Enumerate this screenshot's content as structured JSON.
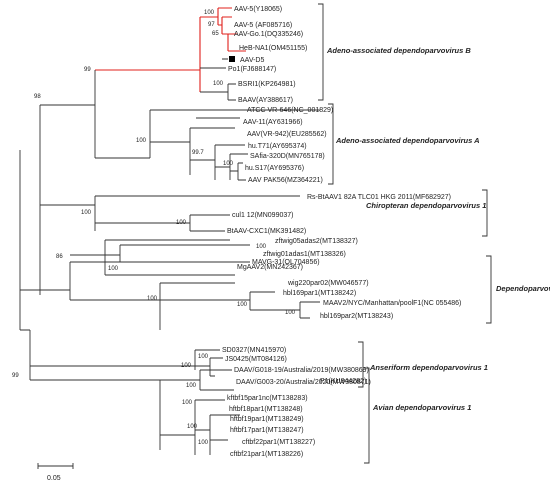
{
  "leaves": [
    {
      "id": "aav5y",
      "label": "AAV-5(Y18065)"
    },
    {
      "id": "aav5af",
      "label": "AAV-5 (AF085716)"
    },
    {
      "id": "aavgo",
      "label": "AAV-Go.1(DQ335246)"
    },
    {
      "id": "hebna1",
      "label": "HeB-NA1(OM451155)"
    },
    {
      "id": "aavd5",
      "label": "AAV-D5",
      "marker": "black-square"
    },
    {
      "id": "po1",
      "label": "Po1(FJ688147)"
    },
    {
      "id": "bsri1",
      "label": "BSRI1(KP264981)"
    },
    {
      "id": "baav",
      "label": "BAAV(AY388617)"
    },
    {
      "id": "atcc",
      "label": "ATCC VR-646(NC_001829)"
    },
    {
      "id": "aav11",
      "label": "AAV-11(AY631966)"
    },
    {
      "id": "aavvr942",
      "label": "AAV(VR-942)(EU285562)"
    },
    {
      "id": "hut71",
      "label": "hu.T71(AY695374)"
    },
    {
      "id": "safia",
      "label": "SAfia-320D(MN765178)"
    },
    {
      "id": "hus17",
      "label": "hu.S17(AY695376)"
    },
    {
      "id": "aavpak",
      "label": "AAV PAK56(MZ364221)"
    },
    {
      "id": "rsbt",
      "label": "Rs-BtAAV1 82A TLC01 HKG 2011(MF682927)"
    },
    {
      "id": "cul1",
      "label": "cul1 12(MN099037)"
    },
    {
      "id": "btaav",
      "label": "BtAAV-CXC1(MK391482)"
    },
    {
      "id": "mavg",
      "label": "MAVG-31(OL704856)"
    },
    {
      "id": "zftwig05",
      "label": "zftwig05adas2(MT138327)"
    },
    {
      "id": "zftwig01",
      "label": "zftwig01adas1(MT138326)"
    },
    {
      "id": "mgaav2",
      "label": "MgAAV2(MN242367)"
    },
    {
      "id": "wig220",
      "label": "wig220par02(MW046577)"
    },
    {
      "id": "hbl169p1",
      "label": "hbl169par1(MT138242)"
    },
    {
      "id": "maav2",
      "label": "MAAV2/NYC/Manhattan/poolF1(NC 055486)"
    },
    {
      "id": "hbl169p2",
      "label": "hbl169par2(MT138243)"
    },
    {
      "id": "sd0327",
      "label": "SD0327(MN415970)"
    },
    {
      "id": "js0425",
      "label": "JS0425(MT084126)"
    },
    {
      "id": "p1",
      "label": "P1(KU844282)"
    },
    {
      "id": "daav2019",
      "label": "DAAV/G018-19/Australia/2019(MW380869)"
    },
    {
      "id": "daav2020",
      "label": "DAAV/G003-20/Australia/2020(MW380871)"
    },
    {
      "id": "kftbf15",
      "label": "kftbf15par1nc(MT138283)"
    },
    {
      "id": "hftbf18",
      "label": "hftbf18par1(MT138248)"
    },
    {
      "id": "hftbf19",
      "label": "hftbf19par1(MT138249)"
    },
    {
      "id": "hftbf17",
      "label": "hftbf17par1(MT138247)"
    },
    {
      "id": "cftbf22",
      "label": "cftbf22par1(MT138227)"
    },
    {
      "id": "cftbf21",
      "label": "cftbf21par1(MT138226)"
    }
  ],
  "bootstrap_values": [
    {
      "id": "b1",
      "value": "100"
    },
    {
      "id": "b2",
      "value": "97"
    },
    {
      "id": "b3",
      "value": "65"
    },
    {
      "id": "b4",
      "value": "100"
    },
    {
      "id": "b5",
      "value": "99"
    },
    {
      "id": "b6",
      "value": "98"
    },
    {
      "id": "b7",
      "value": "100"
    },
    {
      "id": "b8",
      "value": "99.7"
    },
    {
      "id": "b9",
      "value": "100"
    },
    {
      "id": "b10",
      "value": "100"
    },
    {
      "id": "b11",
      "value": "100"
    },
    {
      "id": "b12",
      "value": "100"
    },
    {
      "id": "b13",
      "value": "86"
    },
    {
      "id": "b14",
      "value": "100"
    },
    {
      "id": "b15",
      "value": "100"
    },
    {
      "id": "b16",
      "value": "100"
    },
    {
      "id": "b17",
      "value": "100"
    },
    {
      "id": "b18",
      "value": "100"
    },
    {
      "id": "b19",
      "value": "100"
    },
    {
      "id": "b20",
      "value": "100"
    },
    {
      "id": "b21",
      "value": "100"
    },
    {
      "id": "b22",
      "value": "100"
    },
    {
      "id": "b23",
      "value": "100"
    },
    {
      "id": "b24",
      "value": "99"
    }
  ],
  "clades": [
    {
      "id": "aavb",
      "label": "Adeno-associated dependoparvovirus B"
    },
    {
      "id": "aava",
      "label": "Adeno-associated dependoparvovirus A"
    },
    {
      "id": "chiro",
      "label": "Chiropteran dependoparvovirus 1"
    },
    {
      "id": "dsp",
      "label": "Dependoparvovirus sp."
    },
    {
      "id": "anser",
      "label": "Anseriform dependoparvovirus 1"
    },
    {
      "id": "avian",
      "label": "Avian dependoparvovirus 1"
    }
  ],
  "scale_bar": {
    "label": "0.05"
  },
  "colors": {
    "highlight_branch": "#e0201b",
    "branch": "#333333",
    "marker": "#000000"
  }
}
